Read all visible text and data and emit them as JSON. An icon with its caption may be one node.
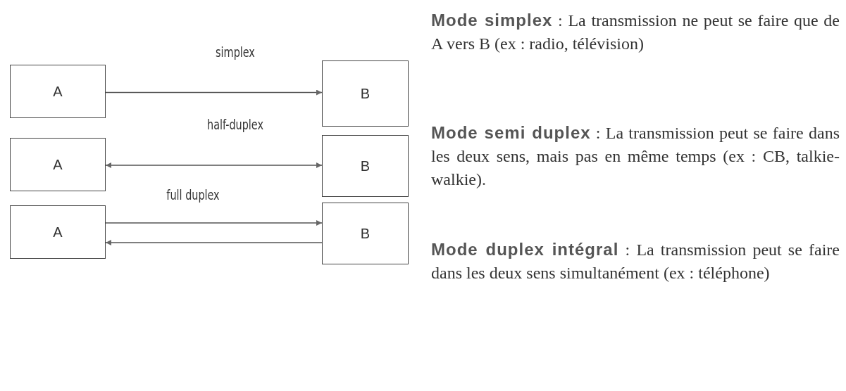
{
  "diagram": {
    "nodes": [
      {
        "text": [
          "A"
        ]
      },
      {
        "text": [
          "B"
        ]
      },
      {
        "text": [
          "A"
        ]
      },
      {
        "text": [
          "B"
        ]
      },
      {
        "text": [
          "A"
        ]
      },
      {
        "text": [
          "B"
        ]
      }
    ],
    "edges": [
      {
        "from": 0,
        "to": 1,
        "arrow": "to",
        "label": "simplex"
      },
      {
        "from": 2,
        "to": 3,
        "arrow": "both",
        "label": "half-duplex"
      },
      {
        "from": 4,
        "to": 5,
        "arrow": "to",
        "label": "full duplex"
      },
      {
        "from": 5,
        "to": 4,
        "arrow": "to"
      }
    ],
    "labels": [
      "**Mode simplex** : La transmission ne peut se faire que de A vers B (ex : radio, télévision)",
      "**Mode semi duplex** : La transmission peut se faire dans les deux sens, mais pas en même temps (ex : CB, talkie-walkie).",
      "**Mode duplex intégral** : La transmission peut se faire dans les deux sens simultanément (ex : téléphone)"
    ]
  }
}
